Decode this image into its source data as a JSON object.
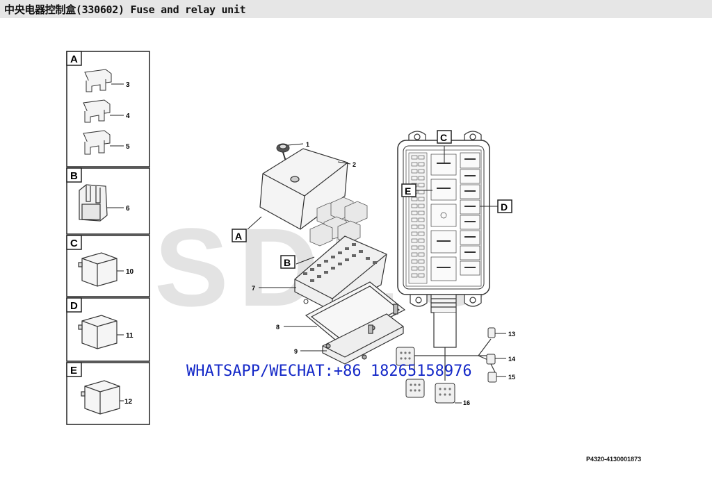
{
  "header": {
    "title": "中央电器控制盒(330602) Fuse and relay unit"
  },
  "panels": [
    {
      "letter": "A",
      "callouts": [
        "3",
        "4",
        "5"
      ]
    },
    {
      "letter": "B",
      "callouts": [
        "6"
      ]
    },
    {
      "letter": "C",
      "callouts": [
        "10"
      ]
    },
    {
      "letter": "D",
      "callouts": [
        "11"
      ]
    },
    {
      "letter": "E",
      "callouts": [
        "12"
      ]
    }
  ],
  "assembly": {
    "view_labels": {
      "a": "A",
      "b": "B"
    },
    "callouts": {
      "c1": "1",
      "c2": "2",
      "c7": "7",
      "c8": "8",
      "c9": "9"
    }
  },
  "housing": {
    "view_labels": {
      "c": "C",
      "d": "D",
      "e": "E"
    },
    "callouts": {
      "c13": "13",
      "c14": "14",
      "c15": "15",
      "c16": "16"
    }
  },
  "background_logo": "SDLG",
  "watermark": "WHATSAPP/WECHAT:+86  18265158976",
  "part_number": "P4320-4130001873"
}
